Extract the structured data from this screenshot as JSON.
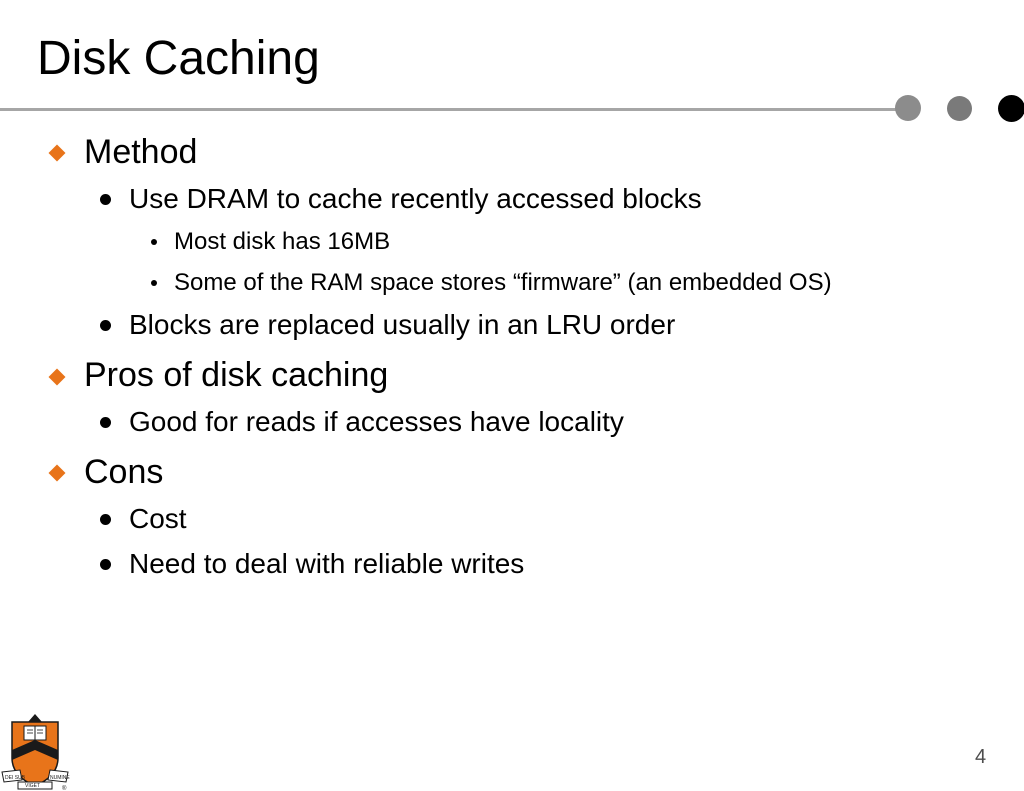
{
  "slide": {
    "title": "Disk Caching",
    "page_number": "4"
  },
  "bullets": {
    "method": "Method",
    "method_use_dram": "Use DRAM to cache recently accessed blocks",
    "method_most_disk": "Most disk has 16MB",
    "method_firmware": "Some of the RAM space stores “firmware” (an embedded OS)",
    "method_lru": "Blocks are replaced usually in an LRU order",
    "pros": "Pros of disk caching",
    "pros_reads": "Good for reads if accesses have locality",
    "cons": "Cons",
    "cons_cost": "Cost",
    "cons_writes": "Need to deal with reliable writes"
  },
  "logo": {
    "text_left": "DEI SUB",
    "text_right": "NUMINE",
    "text_bottom": "VIGET",
    "mark": "®"
  },
  "colors": {
    "accent_orange": "#e8741a",
    "rule_gray": "#a6a6a6",
    "dot_gray_1": "#8c8c8c",
    "dot_gray_2": "#7a7a7a",
    "dot_black": "#000000"
  },
  "icons": {
    "level1_bullet": "orange-diamond-icon",
    "level2_bullet": "black-disc-icon",
    "level3_bullet": "small-dot-icon"
  }
}
